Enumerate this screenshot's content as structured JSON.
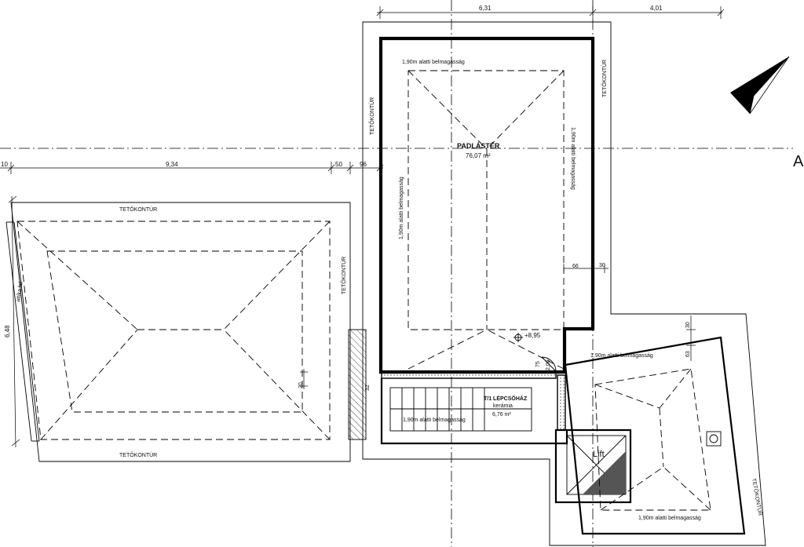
{
  "dimensions": {
    "top": [
      "6,31",
      "4,01"
    ],
    "left_row": [
      "10",
      "9,34",
      "50",
      "96"
    ],
    "vertical_left": "6,48",
    "right_66": "66",
    "right_30": "30",
    "room_20": "20",
    "room_32": "32",
    "stair_75": "75",
    "stair_206": "2,06",
    "right_30b": "30",
    "right_63": "63"
  },
  "labels": {
    "roof_contour": "TETŐKONTÚR",
    "low_height": "1,90m alatti belmagasság",
    "low_height_short": "1,90m alatti belmag",
    "attic_wall": "attika fal",
    "lift": "Lift",
    "axis": "A",
    "level": "+8,95"
  },
  "rooms": {
    "attic": {
      "name": "PADLÁSTÉR",
      "area": "76,07 m²"
    },
    "stair": {
      "name": "T/1 LÉPCSŐHÁZ",
      "finish": "kerámia",
      "area": "6,76 m²"
    }
  }
}
